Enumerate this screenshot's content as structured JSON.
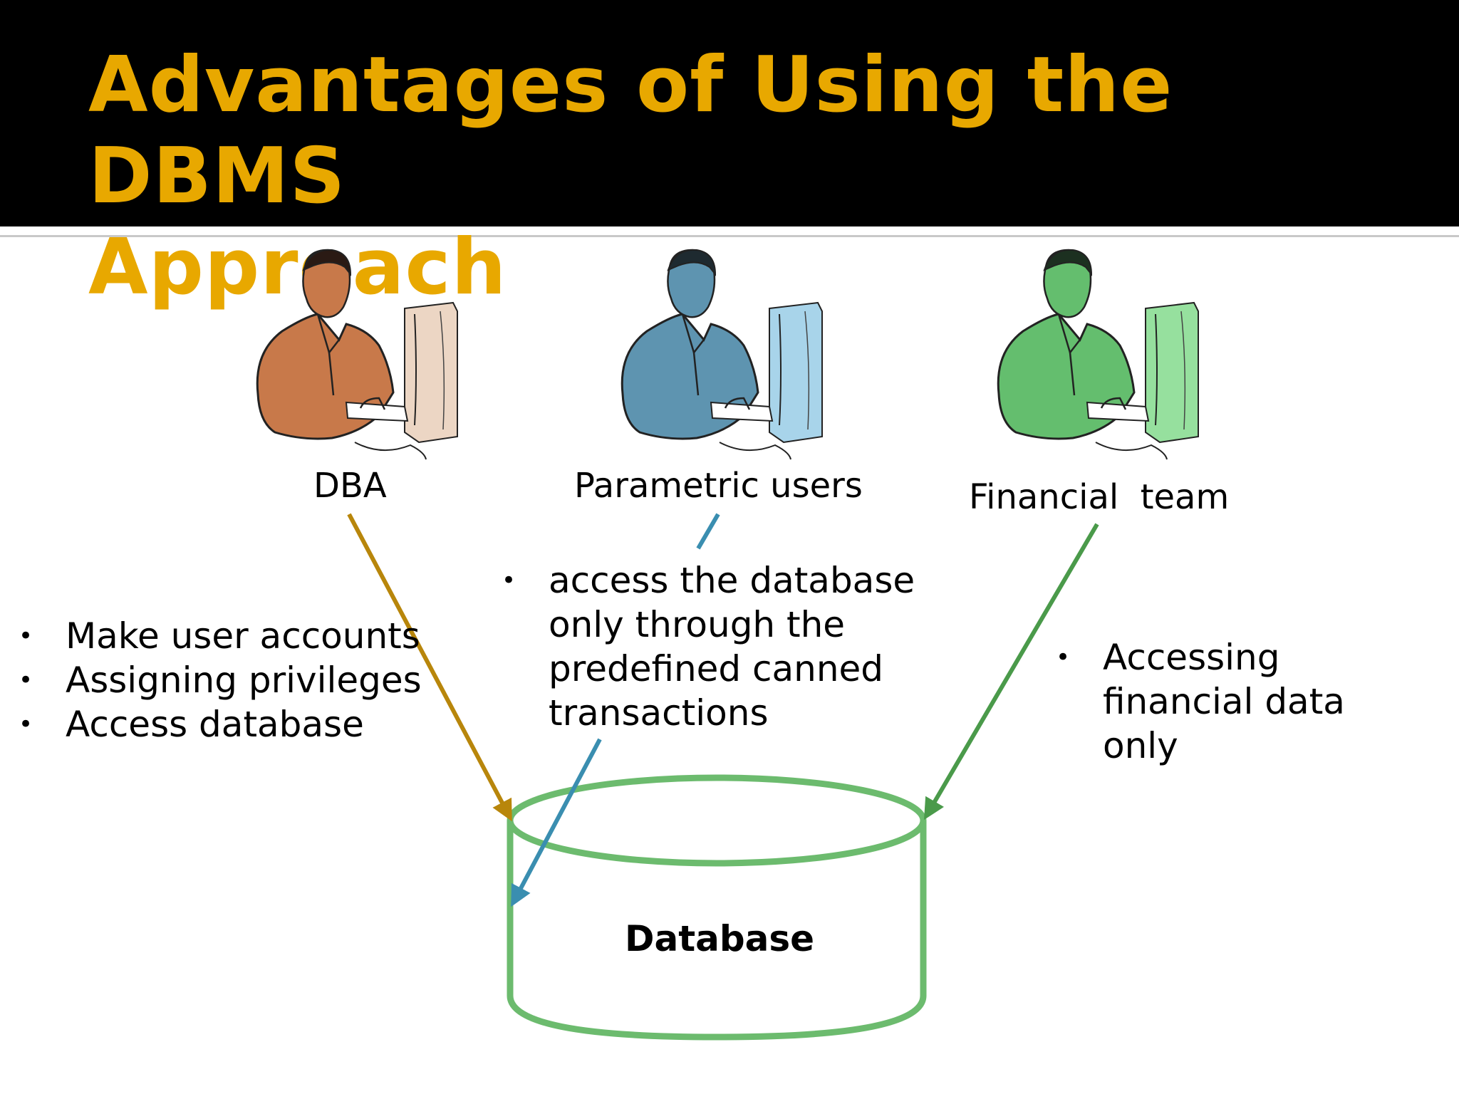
{
  "slide": {
    "title_line1": "Advantages of Using the DBMS",
    "title_line2": "Approach"
  },
  "actors": [
    {
      "label": "DBA",
      "tint": "#c8794a",
      "monitor_tint": "#ecd6c4"
    },
    {
      "label": "Parametric users",
      "tint": "#5e94b0",
      "monitor_tint": "#a8d4ea"
    },
    {
      "label": "Financial  team",
      "tint": "#64be6e",
      "monitor_tint": "#96e09e"
    }
  ],
  "dba_bullets": [
    "Make user accounts",
    "Assigning privileges",
    "Access database"
  ],
  "parametric_bullets": [
    "access the database only through the predefined canned transactions"
  ],
  "parametric_lines": [
    "access the database",
    "only through the",
    "predefined canned",
    "transactions"
  ],
  "financial_lines": [
    "Accessing",
    "financial data",
    "only"
  ],
  "database": {
    "label": "Database",
    "stroke_color": "#6cbb6e"
  },
  "arrow_colors": {
    "dba": "#b8860b",
    "parametric": "#3a8eb0",
    "financial": "#4a9a4a"
  },
  "bullet_glyph": "•"
}
